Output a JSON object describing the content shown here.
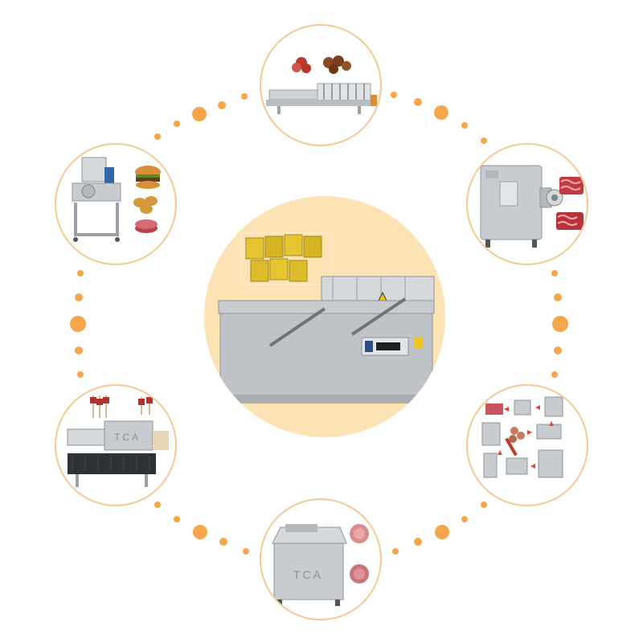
{
  "colors": {
    "accent_orange": "#f5a54a",
    "ring_border": "#f3c98f",
    "center_fill": "#fbe3b3",
    "steel": "#c8ccd0"
  },
  "nodes": [
    {
      "id": "top",
      "icon": "meatball-forming-line-icon"
    },
    {
      "id": "top-right",
      "icon": "meat-grinder-icon"
    },
    {
      "id": "bottom-right",
      "icon": "sausage-process-flow-icon"
    },
    {
      "id": "bottom",
      "icon": "bowl-cutter-icon",
      "brand": "TCA"
    },
    {
      "id": "bottom-left",
      "icon": "skewer-machine-icon",
      "brand": "TCA"
    },
    {
      "id": "top-left",
      "icon": "burger-patty-former-icon"
    }
  ],
  "center": {
    "icon": "vacuum-packaging-machine-icon"
  }
}
